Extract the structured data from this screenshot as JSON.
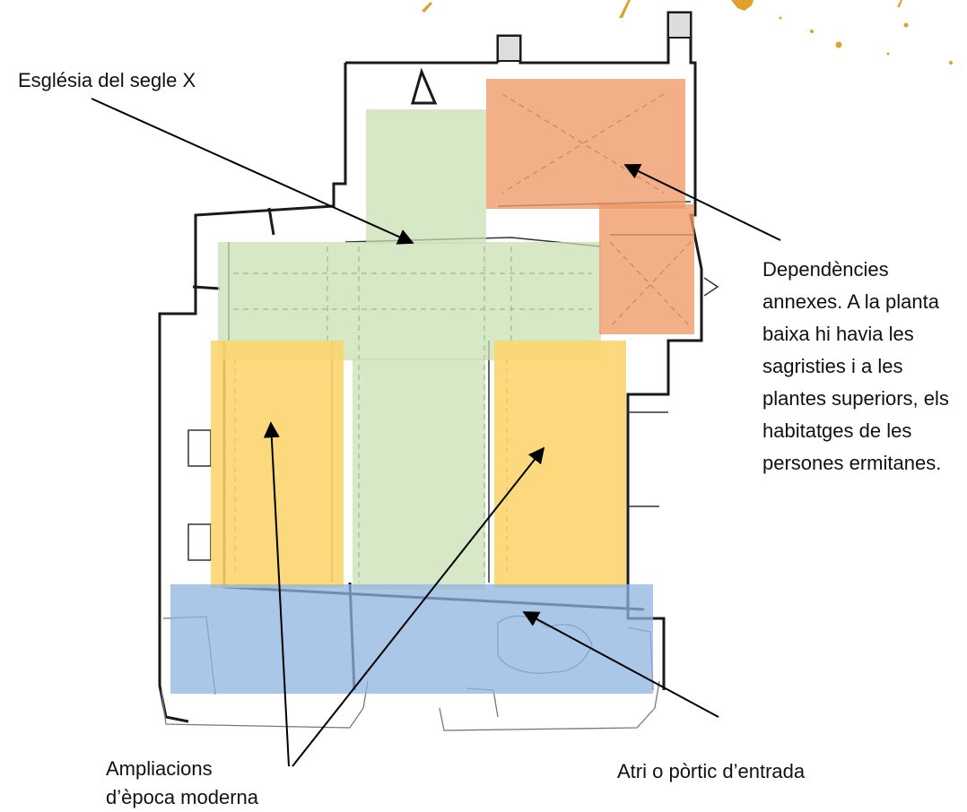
{
  "labels": {
    "esglesia": "Església del segle X",
    "dependencies": "Dependències annexes. A la planta baixa hi havia les sagristies i a les plantes superiors, els habitatges de les persones ermitanes.",
    "ampliacions": "Ampliacions d’època moderna",
    "atri": "Atri o pòrtic d’entrada"
  },
  "colors": {
    "church": "#c7dfb0",
    "annex": "#ee9866",
    "extensions": "#fdd46c",
    "atrium": "#8fb4df",
    "splash": "#e0a02a"
  }
}
